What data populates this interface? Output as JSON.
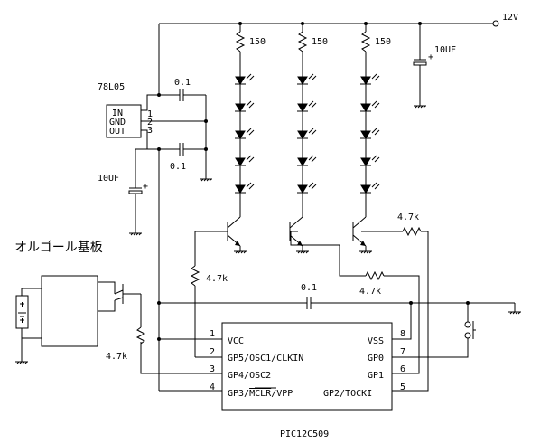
{
  "supply": {
    "label": "12V"
  },
  "resistors": {
    "led_r1": "150",
    "led_r2": "150",
    "led_r3": "150",
    "r_base_a": "4.7k",
    "r_base_b": "4.7k",
    "r_gp1": "4.7k",
    "r_gp4": "4.7k"
  },
  "capacitors": {
    "c_in": "0.1",
    "c_out": "0.1",
    "c_bypass": "0.1",
    "c_in_elec": "10UF",
    "c_supply_elec": "10UF"
  },
  "regulator": {
    "name": "78L05",
    "pin_in": "IN",
    "pin_gnd": "GND",
    "pin_out": "OUT",
    "num_1": "1",
    "num_2": "2",
    "num_3": "3"
  },
  "music_board": {
    "label": "オルゴール基板"
  },
  "ic": {
    "name": "PIC12C509",
    "vcc": "VCC",
    "gp5": "GP5/OSC1/CLKIN",
    "gp4": "GP4/OSC2",
    "gp3_prefix": "GP3/",
    "gp3_mclr": "MCLR",
    "gp3_suffix": "/VPP",
    "vss": "VSS",
    "gp0": "GP0",
    "gp1": "GP1",
    "gp2": "GP2/TOCKI",
    "p1": "1",
    "p2": "2",
    "p3": "3",
    "p4": "4",
    "p5": "5",
    "p6": "6",
    "p7": "7",
    "p8": "8"
  }
}
